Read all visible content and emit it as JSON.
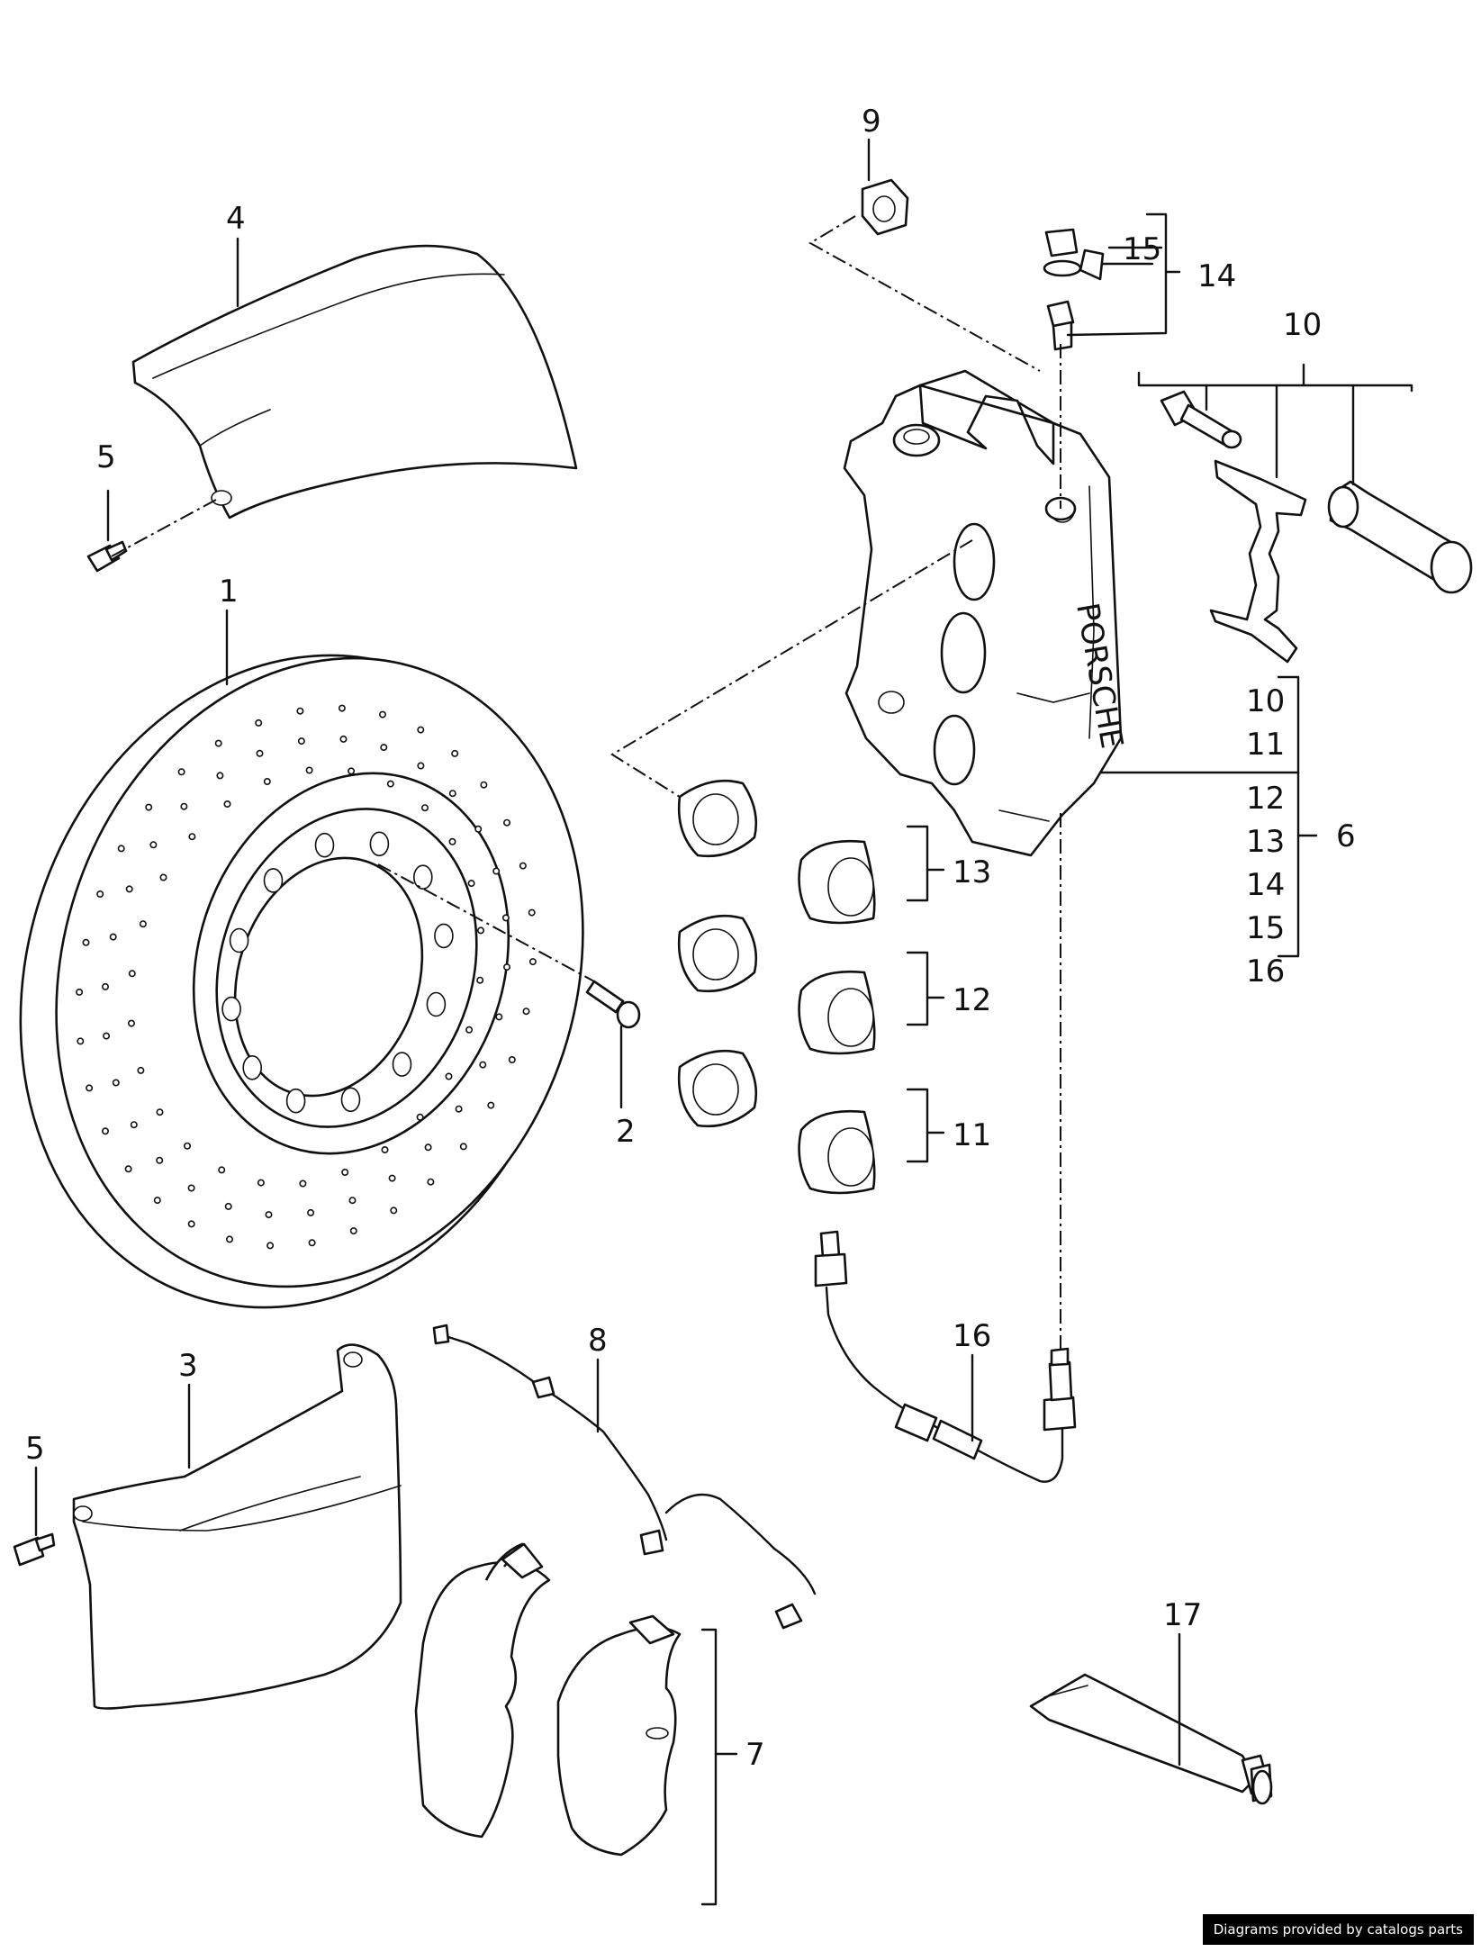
{
  "labels": {
    "l1": "1",
    "l2": "2",
    "l3": "3",
    "l4": "4",
    "l5a": "5",
    "l5b": "5",
    "l6": "6",
    "l7": "7",
    "l8": "8",
    "l9": "9",
    "l10": "10",
    "l11": "11",
    "l12": "12",
    "l13": "13",
    "l14": "14",
    "l15": "15",
    "l16": "16",
    "l17": "17",
    "g6": [
      "10",
      "11",
      "12",
      "13",
      "14",
      "15",
      "16"
    ]
  },
  "caliper_brand": "PORSCHE",
  "credit": "Diagrams provided by catalogs parts"
}
